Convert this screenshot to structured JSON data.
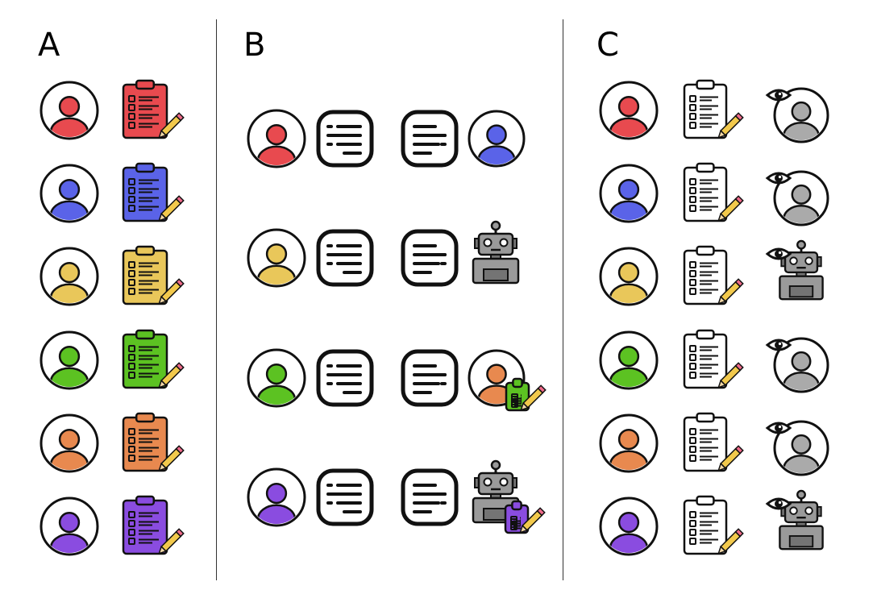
{
  "panels": {
    "a": {
      "label": "A"
    },
    "b": {
      "label": "B"
    },
    "c": {
      "label": "C"
    }
  },
  "colors": {
    "red": "#e84a4f",
    "blue": "#5a63e8",
    "yellow": "#e9c75a",
    "green": "#5cc222",
    "orange": "#e8894f",
    "purple": "#8a4ce0",
    "robot_gray": "#9a9a9a",
    "observer_gray": "#aaaaaa",
    "pencil": "#f2c94c",
    "pencil_tip": "#ef6a8a",
    "outline": "#111111"
  },
  "panel_a": {
    "rows": [
      {
        "person_color": "red",
        "clipboard_color": "red"
      },
      {
        "person_color": "blue",
        "clipboard_color": "blue"
      },
      {
        "person_color": "yellow",
        "clipboard_color": "yellow"
      },
      {
        "person_color": "green",
        "clipboard_color": "green"
      },
      {
        "person_color": "orange",
        "clipboard_color": "orange"
      },
      {
        "person_color": "purple",
        "clipboard_color": "purple"
      }
    ]
  },
  "panel_b": {
    "rows": [
      {
        "left_person": "red",
        "responder": "person",
        "responder_color": "blue"
      },
      {
        "left_person": "yellow",
        "responder": "robot"
      },
      {
        "left_person": "green",
        "responder": "person-with-clipboard",
        "responder_color": "orange",
        "clipboard_color": "green"
      },
      {
        "left_person": "purple",
        "responder": "robot-with-clipboard",
        "clipboard_color": "purple"
      }
    ]
  },
  "panel_c": {
    "rows": [
      {
        "person_color": "red",
        "observer": "person-observer"
      },
      {
        "person_color": "blue",
        "observer": "person-observer"
      },
      {
        "person_color": "yellow",
        "observer": "robot-observer"
      },
      {
        "person_color": "green",
        "observer": "person-observer"
      },
      {
        "person_color": "orange",
        "observer": "person-observer"
      },
      {
        "person_color": "purple",
        "observer": "robot-observer"
      }
    ]
  }
}
